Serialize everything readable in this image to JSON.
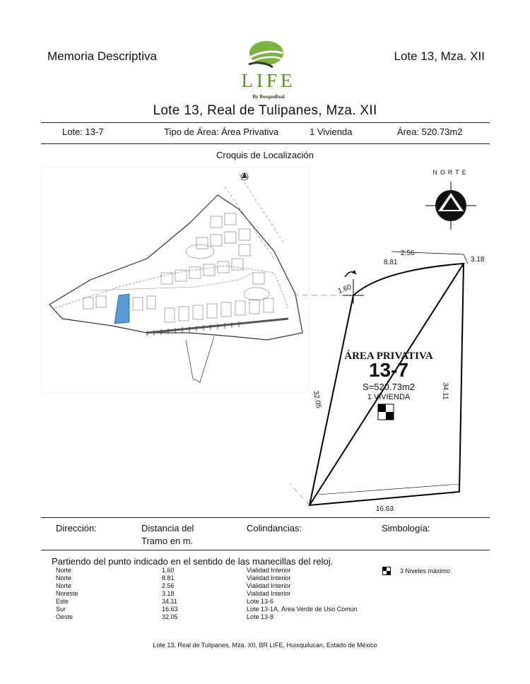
{
  "header": {
    "left_title": "Memoria Descriptiva",
    "right_title": "Lote 13, Mza. XII",
    "logo_text": "LIFE",
    "logo_sub": "By BosqueReal"
  },
  "title": "Lote 13, Real de Tulipanes, Mza. XII",
  "info": {
    "lote": "Lote: 13-7",
    "tipo": "Tipo de Área: Área Privativa",
    "vivienda": "1 Vivienda",
    "area": "Área: 520.73m2"
  },
  "croquis_title": "Croquis de Localización",
  "north_label": "NORTE",
  "plan": {
    "heading": "ÁREA PRIVATIVA",
    "lot_id": "13-7",
    "surface": "S=520.73m2",
    "units": "1 VIVIENDA",
    "dims": [
      "2.56",
      "8.81",
      "3.18",
      "1.60",
      "32.05",
      "34.11",
      "16.63"
    ]
  },
  "columns": {
    "direccion": "Dirección:",
    "distancia_1": "Distancia del",
    "distancia_2": "Tramo en m.",
    "colindancias": "Colindancias:",
    "simbologia": "Simbología:"
  },
  "partiendo": "Partiendo del punto indicado en el sentido de las manecillas del reloj.",
  "rows": [
    {
      "dir": "Norte",
      "dist": "1.60",
      "col": "Vialidad Interior"
    },
    {
      "dir": "Norte",
      "dist": "8.81",
      "col": "Vialidad Interior"
    },
    {
      "dir": "Norte",
      "dist": "2.56",
      "col": "Vialidad Interior"
    },
    {
      "dir": "Noreste",
      "dist": "3.18",
      "col": "Vialidad Interior"
    },
    {
      "dir": "Este",
      "dist": "34.11",
      "col": "Lote 13-6"
    },
    {
      "dir": "Sur",
      "dist": "16.63",
      "col": "Lote 13-1A, Área Verde de Uso Común"
    },
    {
      "dir": "Oeste",
      "dist": "32.05",
      "col": "Lote 13-8"
    }
  ],
  "symbol_label": "3 Niveles máximo",
  "footer": "Lote 13, Real de Tulipanes, Mza. XII, BR LIFE, Huixquilucan, Estado de México"
}
